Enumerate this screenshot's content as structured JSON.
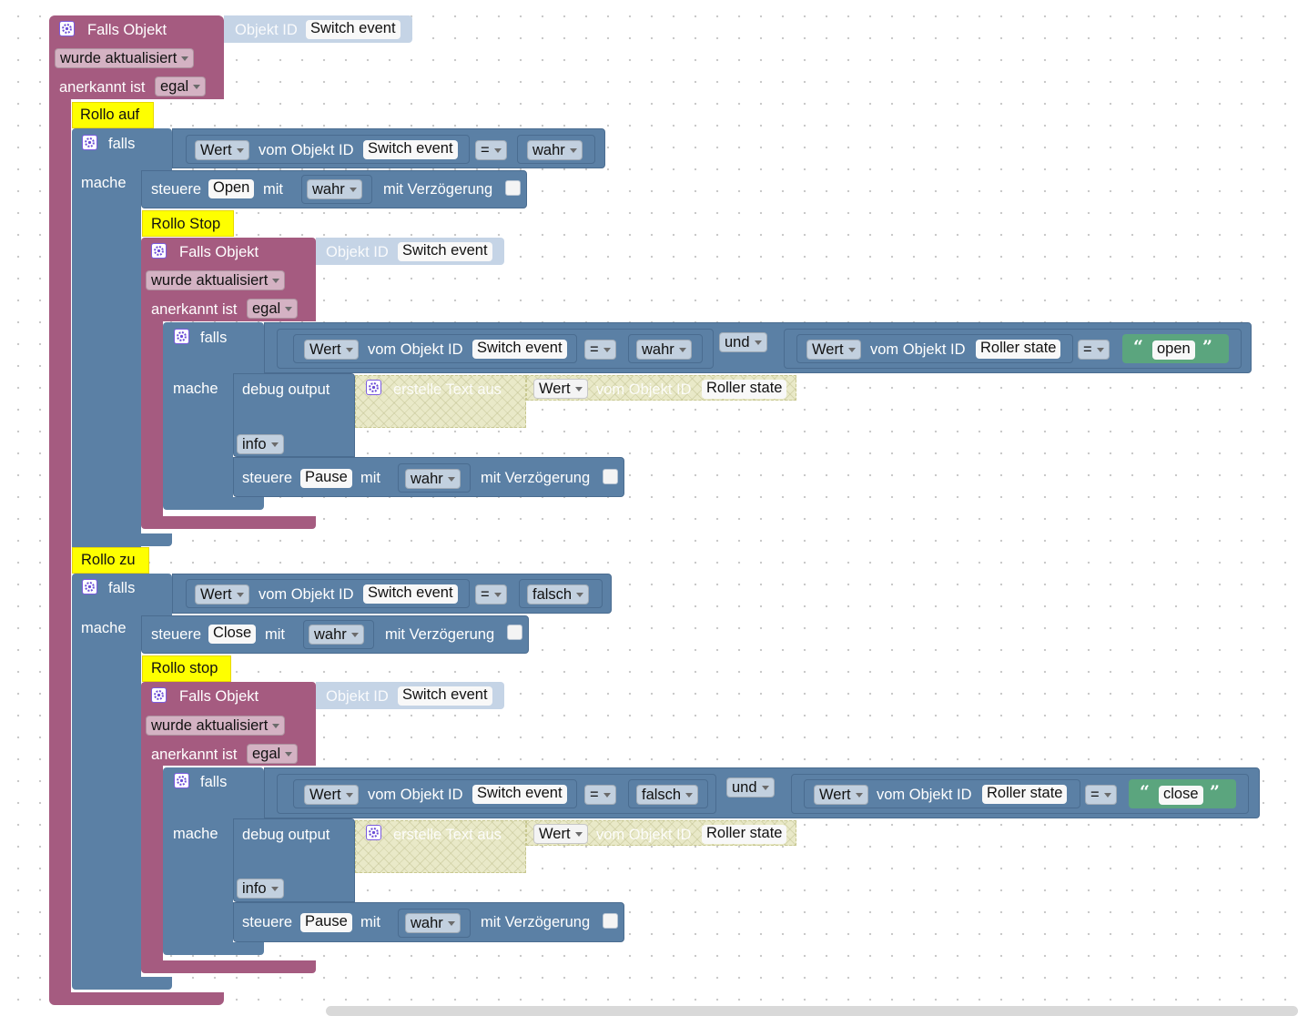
{
  "root": {
    "trigger": {
      "falls_label": "Falls Objekt",
      "obj_id_label": "Objekt ID",
      "obj_value": "Switch event",
      "event_select": "wurde aktualisiert",
      "ack_label": "anerkannt ist",
      "ack_select": "egal"
    }
  },
  "auf": {
    "comment": "Rollo auf",
    "if": {
      "falls": "falls",
      "mache": "mache",
      "cond": {
        "value_select": "Wert",
        "vom": "vom Objekt ID",
        "obj": "Switch event",
        "op": "=",
        "val": "wahr"
      }
    },
    "control": {
      "steuere": "steuere",
      "target": "Open",
      "mit": "mit",
      "value": "wahr",
      "delay": "mit Verzögerung"
    }
  },
  "auf_stop": {
    "comment": "Rollo Stop",
    "trigger": {
      "falls_label": "Falls Objekt",
      "obj_id_label": "Objekt ID",
      "obj_value": "Switch event",
      "event_select": "wurde aktualisiert",
      "ack_label": "anerkannt ist",
      "ack_select": "egal"
    },
    "if": {
      "falls": "falls",
      "mache": "mache",
      "cond1": {
        "value_select": "Wert",
        "vom": "vom Objekt ID",
        "obj": "Switch event",
        "op": "=",
        "val": "wahr"
      },
      "und": "und",
      "cond2": {
        "value_select": "Wert",
        "vom": "vom Objekt ID",
        "obj": "Roller state",
        "op": "=",
        "text": "open"
      }
    },
    "debug": {
      "label": "debug output",
      "create_text": "erstelle Text aus",
      "value_select": "Wert",
      "vom": "vom Objekt ID",
      "obj": "Roller state",
      "level": "info"
    },
    "control": {
      "steuere": "steuere",
      "target": "Pause",
      "mit": "mit",
      "value": "wahr",
      "delay": "mit Verzögerung"
    }
  },
  "zu": {
    "comment": "Rollo zu",
    "if": {
      "falls": "falls",
      "mache": "mache",
      "cond": {
        "value_select": "Wert",
        "vom": "vom Objekt ID",
        "obj": "Switch event",
        "op": "=",
        "val": "falsch"
      }
    },
    "control": {
      "steuere": "steuere",
      "target": "Close",
      "mit": "mit",
      "value": "wahr",
      "delay": "mit Verzögerung"
    }
  },
  "zu_stop": {
    "comment": "Rollo stop",
    "trigger": {
      "falls_label": "Falls Objekt",
      "obj_id_label": "Objekt ID",
      "obj_value": "Switch event",
      "event_select": "wurde aktualisiert",
      "ack_label": "anerkannt ist",
      "ack_select": "egal"
    },
    "if": {
      "falls": "falls",
      "mache": "mache",
      "cond1": {
        "value_select": "Wert",
        "vom": "vom Objekt ID",
        "obj": "Switch event",
        "op": "=",
        "val": "falsch"
      },
      "und": "und",
      "cond2": {
        "value_select": "Wert",
        "vom": "vom Objekt ID",
        "obj": "Roller state",
        "op": "=",
        "text": "close"
      }
    },
    "debug": {
      "label": "debug output",
      "create_text": "erstelle Text aus",
      "value_select": "Wert",
      "vom": "vom Objekt ID",
      "obj": "Roller state",
      "level": "info"
    },
    "control": {
      "steuere": "steuere",
      "target": "Pause",
      "mit": "mit",
      "value": "wahr",
      "delay": "mit Verzögerung"
    }
  },
  "icons": {
    "block_settings": "gear-icon"
  },
  "colors": {
    "trigger_block": "#a55b80",
    "logic_block": "#5b80a5",
    "object_id_block": "#c5d4e6",
    "text_block": "#5ba57e",
    "comment": "#feff00"
  }
}
